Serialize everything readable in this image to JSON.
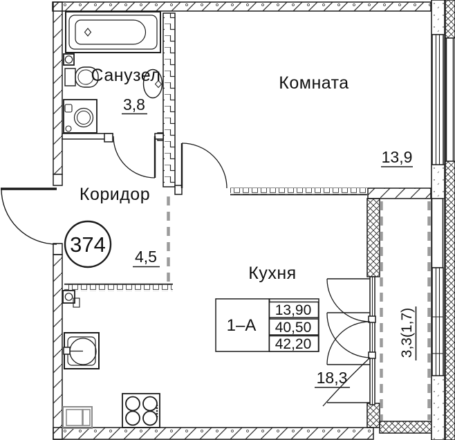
{
  "plan": {
    "apartment_number": "374",
    "rooms": {
      "bathroom": {
        "name": "Санузел",
        "area": "3,8"
      },
      "living": {
        "name": "Комната",
        "area": "13,9"
      },
      "hallway": {
        "name": "Коридор",
        "area": "4,5"
      },
      "kitchen": {
        "name": "Кухня",
        "area": "18,3"
      }
    },
    "balcony": {
      "area": "3,3(1,7)"
    },
    "info_table": {
      "unit_type": "1–А",
      "rows": [
        "13,90",
        "40,50",
        "42,20"
      ]
    },
    "colors": {
      "line": "#1a1a1a",
      "muted": "#9b9b9b"
    }
  }
}
